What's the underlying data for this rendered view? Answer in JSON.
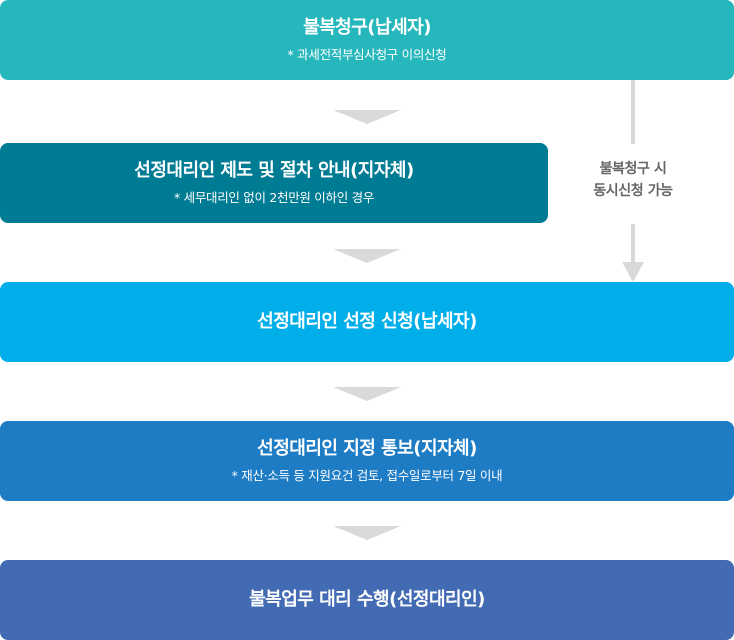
{
  "steps": [
    {
      "title": "불복청구(납세자)",
      "note": "*  과세전적부심사청구 이의신청",
      "color": "#26b7bc"
    },
    {
      "title": "선정대리인 제도 및 절차 안내(지자체)",
      "note": "*  세무대리인 없이 2천만원 이하인 경우",
      "color": "#007b94"
    },
    {
      "title": "선정대리인 선정 신청(납세자)",
      "note": "",
      "color": "#00aeea"
    },
    {
      "title": "선정대리인 지정 통보(지자체)",
      "note": "*  재산·소득 등 지원요건 검토, 접수일로부터 7일 이내",
      "color": "#1e7cc5"
    },
    {
      "title": "불복업무 대리 수행(선정대리인)",
      "note": "",
      "color": "#426bb3"
    }
  ],
  "side_note": {
    "line1": "불복청구 시",
    "line2": "동시신청 가능"
  },
  "arrow_color": "#d9d9d9"
}
